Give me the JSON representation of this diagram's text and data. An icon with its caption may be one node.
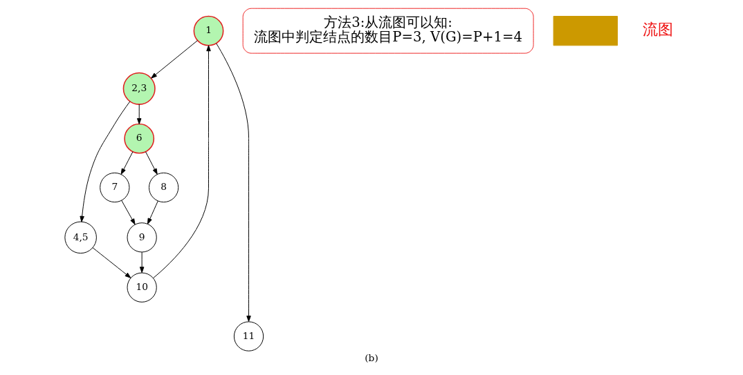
{
  "diagram": {
    "caption": "(b)",
    "nodes": [
      {
        "text": [
          "1"
        ]
      },
      {
        "text": [
          "2,3"
        ]
      },
      {
        "text": [
          "6"
        ]
      },
      {
        "text": [
          "4,5"
        ]
      },
      {
        "text": [
          "7"
        ]
      },
      {
        "text": [
          "8"
        ]
      },
      {
        "text": [
          "9"
        ]
      },
      {
        "text": [
          "10"
        ]
      },
      {
        "text": [
          "11"
        ]
      },
      {
        "text": [
          "方法3:从流图可以知:",
          "流图中判定结点的数目P=3, V(G)=P+1=4"
        ]
      },
      {
        "text": [],
        "shape": "box"
      }
    ],
    "edges": [
      {
        "from": 0,
        "to": 1,
        "arrow": "to"
      },
      {
        "from": 1,
        "to": 2,
        "arrow": "to"
      },
      {
        "from": 1,
        "to": 3,
        "arrow": "to"
      },
      {
        "from": 2,
        "to": 4,
        "arrow": "to"
      },
      {
        "from": 2,
        "to": 5,
        "arrow": "to"
      },
      {
        "from": 4,
        "to": 6,
        "arrow": "to"
      },
      {
        "from": 5,
        "to": 6,
        "arrow": "to"
      },
      {
        "from": 6,
        "to": 7,
        "arrow": "to"
      },
      {
        "from": 3,
        "to": 7,
        "arrow": "to"
      },
      {
        "from": 7,
        "to": 0,
        "arrow": "to"
      },
      {
        "from": 0,
        "to": 8,
        "arrow": "to"
      }
    ],
    "labels": [
      "流图"
    ]
  }
}
